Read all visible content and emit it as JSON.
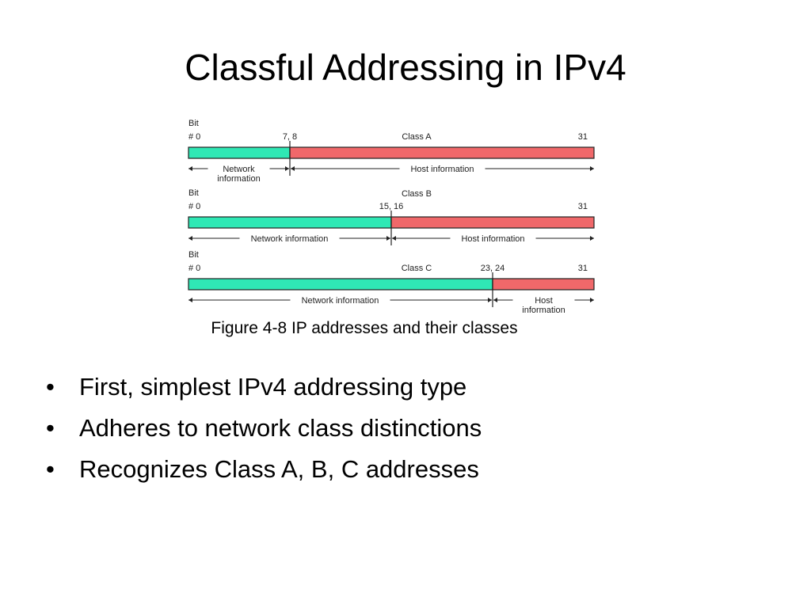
{
  "slide": {
    "title": "Classful Addressing in IPv4"
  },
  "diagram": {
    "total_bits": 32,
    "colors": {
      "network": "#2fe8b5",
      "host": "#f0686a",
      "outline": "#222222"
    },
    "classes": [
      {
        "name": "Class A",
        "bit_label": "Bit",
        "start_label": "# 0",
        "boundary_label": "7, 8",
        "end_label": "31",
        "network_bits": 8,
        "network_label": [
          "Network",
          "information"
        ],
        "host_label": [
          "Host information"
        ]
      },
      {
        "name": "Class B",
        "bit_label": "Bit",
        "start_label": "# 0",
        "boundary_label": "15, 16",
        "end_label": "31",
        "network_bits": 16,
        "network_label": [
          "Network information"
        ],
        "host_label": [
          "Host information"
        ]
      },
      {
        "name": "Class C",
        "bit_label": "Bit",
        "start_label": "# 0",
        "boundary_label": "23, 24",
        "end_label": "31",
        "network_bits": 24,
        "network_label": [
          "Network information"
        ],
        "host_label": [
          "Host",
          "information"
        ]
      }
    ]
  },
  "caption": "Figure 4-8 IP addresses and their classes",
  "bullet_glyph": "•",
  "bullets": [
    "First, simplest IPv4 addressing type",
    "Adheres to network class distinctions",
    "Recognizes Class A, B, C addresses"
  ]
}
